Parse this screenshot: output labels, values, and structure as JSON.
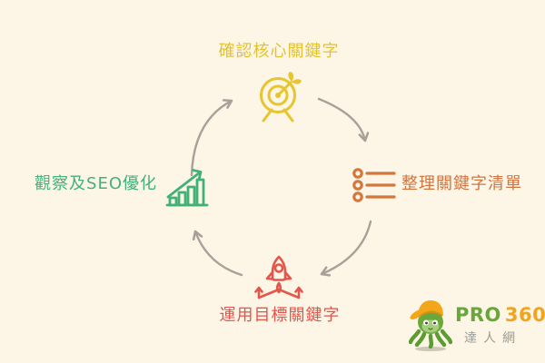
{
  "background_color": "#fdf5e6",
  "cycle": {
    "direction": "clockwise",
    "arrow_color": "#a9a199",
    "steps": [
      {
        "position": "top",
        "label": "確認核心關鍵字",
        "color": "#e2c232",
        "icon": "target-icon"
      },
      {
        "position": "right",
        "label": "整理關鍵字清單",
        "color": "#cf7540",
        "icon": "list-icon"
      },
      {
        "position": "bottom",
        "label": "運用目標關鍵字",
        "color": "#e3544b",
        "icon": "rocket-launch-icon"
      },
      {
        "position": "left",
        "label": "觀察及SEO優化",
        "color": "#43b17a",
        "icon": "growth-chart-icon"
      }
    ]
  },
  "logo": {
    "mascot": "octopus-mascot",
    "brand_pro": "PRO",
    "brand_num": "360",
    "brand_suffix": "達人網",
    "pro_color": "#68a73a",
    "num_color": "#f0a41f",
    "suffix_color": "#9b9c96"
  }
}
